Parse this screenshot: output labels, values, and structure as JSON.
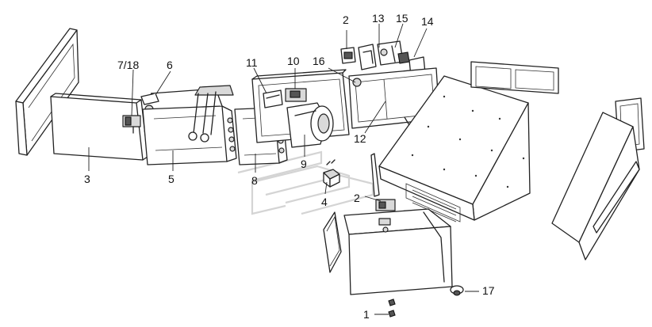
{
  "callouts": {
    "c1": "1",
    "c2a": "2",
    "c2b": "2",
    "c3": "3",
    "c4": "4",
    "c5": "5",
    "c6": "6",
    "c7_18": "7/18",
    "c8": "8",
    "c9": "9",
    "c10": "10",
    "c11": "11",
    "c12": "12",
    "c13": "13",
    "c14": "14",
    "c15": "15",
    "c16": "16",
    "c17": "17"
  },
  "colors": {
    "line": "#222222",
    "shade": "#d9d9d9",
    "watermark": "#d4d4d4"
  }
}
